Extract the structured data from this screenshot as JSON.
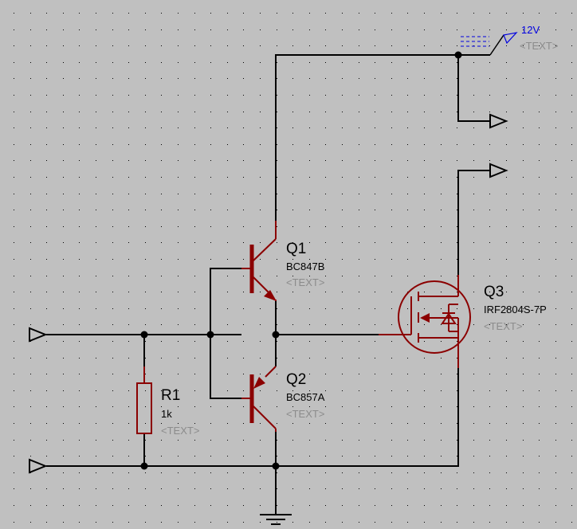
{
  "power": {
    "label": "12V",
    "text_placeholder": "<TEXT>"
  },
  "components": {
    "q1": {
      "ref": "Q1",
      "value": "BC847B",
      "text": "<TEXT>"
    },
    "q2": {
      "ref": "Q2",
      "value": "BC857A",
      "text": "<TEXT>"
    },
    "q3": {
      "ref": "Q3",
      "value": "IRF2804S-7P",
      "text": "<TEXT>"
    },
    "r1": {
      "ref": "R1",
      "value": "1k",
      "text": "<TEXT>"
    }
  },
  "colors": {
    "background": "#c0c0c0",
    "grid_dot": "#000000",
    "wire": "#000000",
    "component": "#8b0000",
    "power_label": "#0000e0",
    "placeholder_text": "#8c8c8c"
  },
  "icons": {
    "ports": [
      "input-port-icon",
      "input-port-icon",
      "output-port-icon",
      "output-port-icon"
    ],
    "power": "power-flag-icon",
    "ground": "ground-icon"
  }
}
